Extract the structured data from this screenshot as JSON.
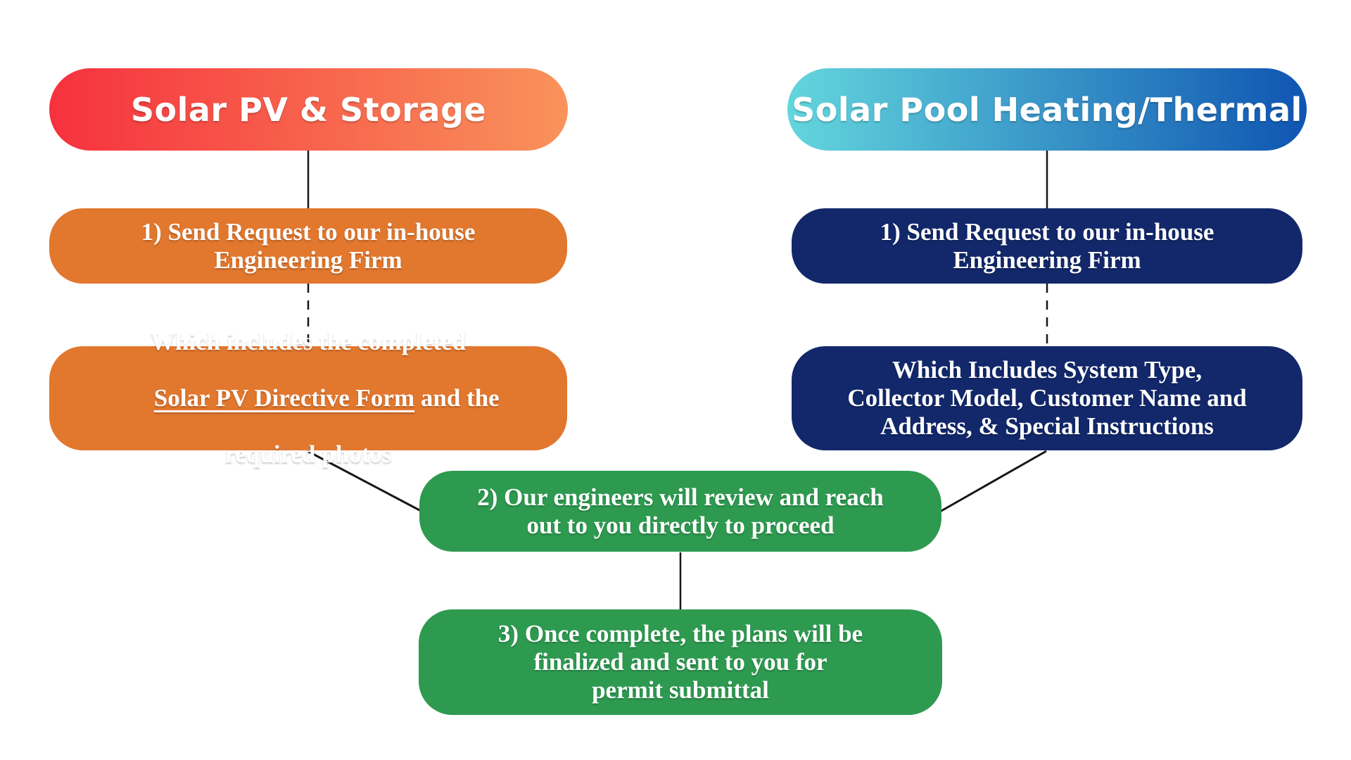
{
  "flowchart": {
    "background": "#ffffff",
    "line_color": "#161616",
    "left_column": {
      "title": {
        "label": "Solar PV & Storage",
        "bg": "linear-gradient(90deg, #f6313e 0%, #f9935b 100%)"
      },
      "step1": {
        "bg": "#e2772e",
        "lines": [
          "1) Send Request to our in-house",
          "Engineering Firm"
        ]
      },
      "detail": {
        "bg": "#e2772e",
        "line1": "Which includes the completed",
        "link_text": "Solar PV Directive Form",
        "line2_rest": " and the",
        "line3": "required photos"
      }
    },
    "right_column": {
      "title": {
        "label": "Solar Pool Heating/Thermal",
        "bg": "linear-gradient(90deg, #63d6dd 0%, #0f55b2 100%)"
      },
      "step1": {
        "bg": "#12286b",
        "lines": [
          "1) Send Request to our in-house",
          "Engineering Firm"
        ]
      },
      "detail": {
        "bg": "#12286b",
        "lines": [
          "Which Includes System Type,",
          "Collector Model, Customer Name and",
          "Address, & Special Instructions"
        ]
      }
    },
    "shared": {
      "step2": {
        "bg": "#2e9a50",
        "lines": [
          "2) Our engineers will review and reach",
          "out to you directly to proceed"
        ]
      },
      "step3": {
        "bg": "#2e9a50",
        "lines": [
          "3) Once complete, the plans will be",
          "finalized and sent to you for",
          "permit submittal"
        ]
      }
    }
  }
}
